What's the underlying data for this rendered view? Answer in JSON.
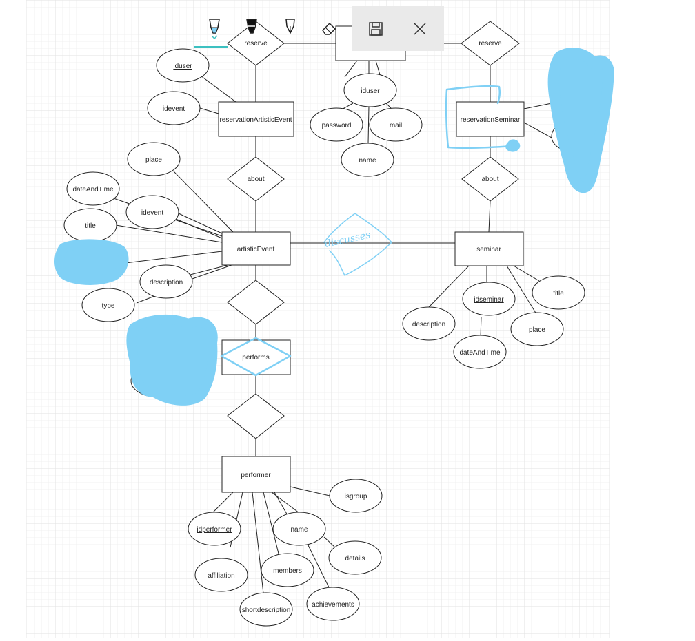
{
  "toolbar": {
    "tools": [
      {
        "name": "highlighter-pen",
        "icon": "highlighter-icon",
        "selected": true
      },
      {
        "name": "marker-pen",
        "icon": "marker-icon"
      },
      {
        "name": "fountain-pen",
        "icon": "pen-icon"
      },
      {
        "name": "eraser",
        "icon": "eraser-icon"
      }
    ],
    "actions": [
      {
        "name": "save",
        "icon": "save-icon"
      },
      {
        "name": "close",
        "icon": "close-icon"
      }
    ],
    "accent_color": "#3cc0c0"
  },
  "diagram": {
    "entities": {
      "reservationArtisticEvent": "reservationArtisticEvent",
      "reservationSeminar": "reservationSeminar",
      "artisticEvent": "artisticEvent",
      "seminar": "seminar",
      "performs": "performs",
      "performer": "performer"
    },
    "relationships": {
      "reserve_left": "reserve",
      "reserve_right": "reserve",
      "about_left": "about",
      "about_right": "about",
      "ae_performs_rel": "",
      "performer_rel": ""
    },
    "attributes": {
      "user_iduser": "iduser",
      "user_password": "password",
      "user_mail": "mail",
      "user_name": "name",
      "rae_iduser": "iduser",
      "rae_idevent": "idevent",
      "ae_place": "place",
      "ae_dateAndTime": "dateAndTime",
      "ae_idevent": "idevent",
      "ae_title": "title",
      "ae_description": "description",
      "ae_type": "type",
      "sem_idseminar": "idseminar",
      "sem_title": "title",
      "sem_description": "description",
      "sem_place": "place",
      "sem_dateAndTime": "dateAndTime",
      "perf_isgroup": "isgroup",
      "perf_idperformer": "idperformer",
      "perf_name": "name",
      "perf_details": "details",
      "perf_affiliation": "affiliation",
      "perf_members": "members",
      "perf_shortdescription": "shortdescription",
      "perf_achievements": "achievements"
    },
    "handwritten_label": "discusses"
  },
  "ink_color": "#7fd0f5"
}
